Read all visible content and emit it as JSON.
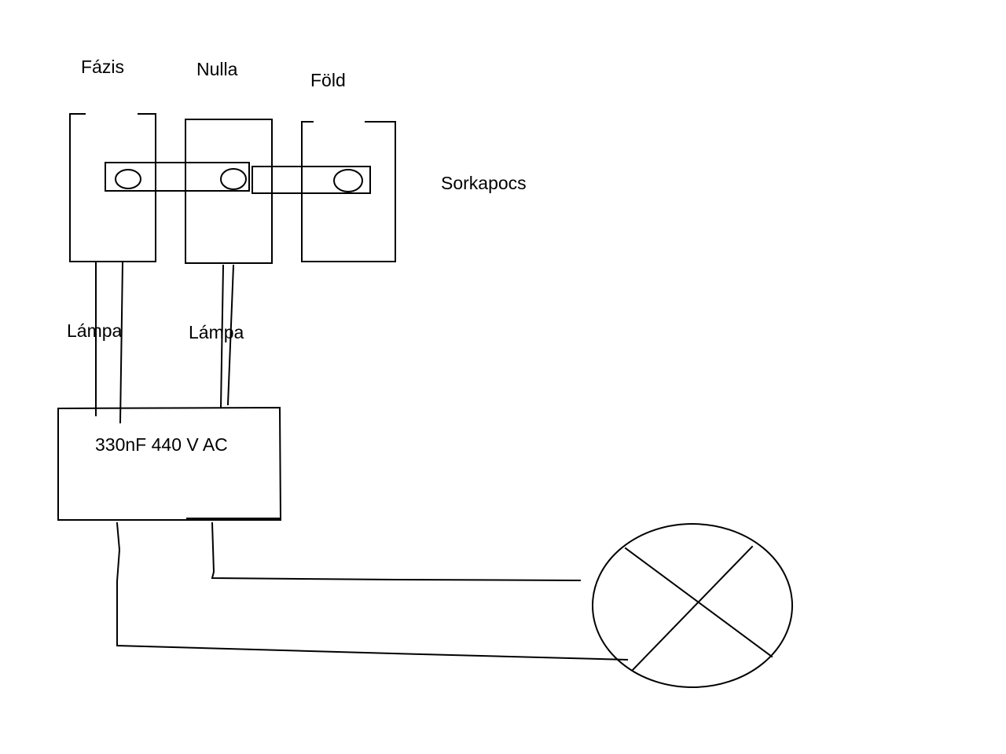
{
  "labels": {
    "fazis": "Fázis",
    "nulla": "Nulla",
    "fold": "Föld",
    "sorkapocs": "Sorkapocs",
    "lampa_1": "Lámpa",
    "lampa_2": "Lámpa",
    "capacitor": "330nF 440 V AC"
  },
  "colors": {
    "background": "#ffffff",
    "line": "#000000"
  },
  "icons": {
    "lamp": "lamp-cross-icon"
  }
}
